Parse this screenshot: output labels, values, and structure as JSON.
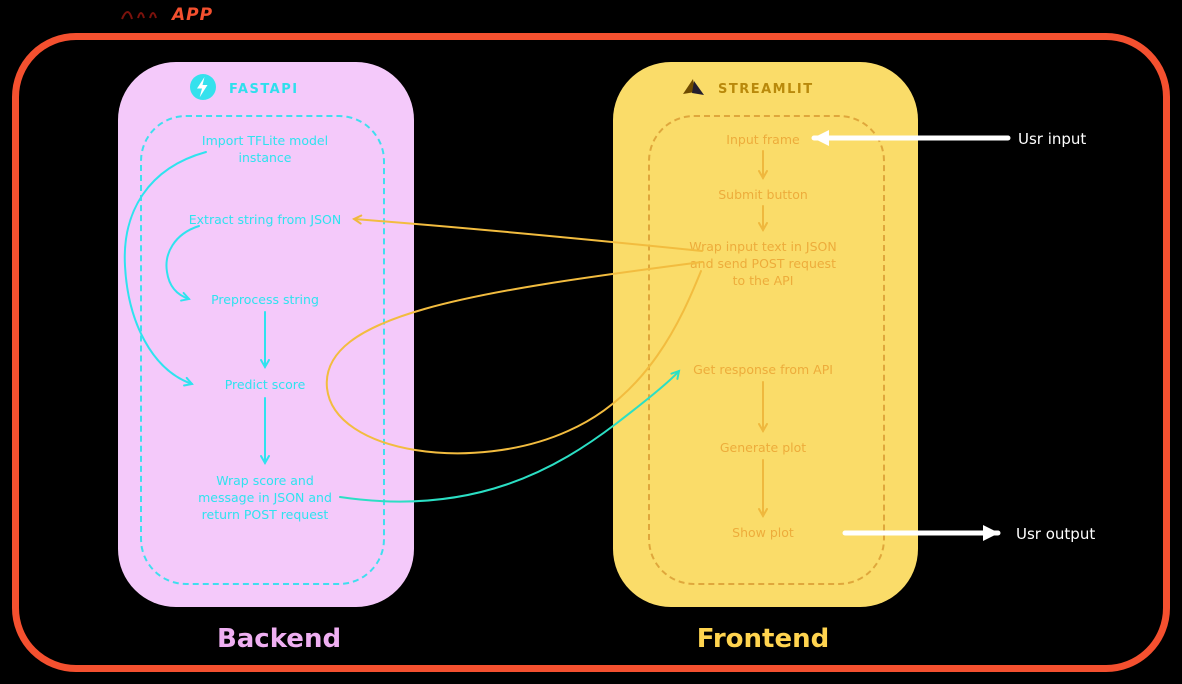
{
  "app": {
    "label": "APP"
  },
  "backend": {
    "title": "FASTAPI",
    "panel_label": "Backend",
    "steps": [
      "Import TFLite model instance",
      "Extract string from JSON",
      "Preprocess string",
      "Predict score",
      "Wrap score and message in JSON and return POST request"
    ]
  },
  "frontend": {
    "title": "STREAMLIT",
    "panel_label": "Frontend",
    "steps": [
      "Input frame",
      "Submit button",
      "Wrap input text in JSON and send POST request to the API",
      "Get response from API",
      "Generate plot",
      "Show plot"
    ]
  },
  "io": {
    "input_label": "Usr input",
    "output_label": "Usr output"
  },
  "icons": {
    "backend_icon": "lightning-bolt-icon",
    "frontend_icon": "streamlit-logo-icon",
    "app_logo": "app-logo-mark"
  },
  "colors": {
    "outer_border": "#F4502F",
    "backend_bg": "#F4C9FA",
    "backend_accent": "#2FE3EE",
    "backend_label": "#EFAFF2",
    "frontend_bg": "#FADC69",
    "frontend_text": "#EDAC3B",
    "frontend_title": "#B9890B",
    "cross_request_arrow": "#F2BC3F",
    "cross_response_arrow": "#2BDFC4",
    "io_arrow": "#FFFFFF"
  }
}
